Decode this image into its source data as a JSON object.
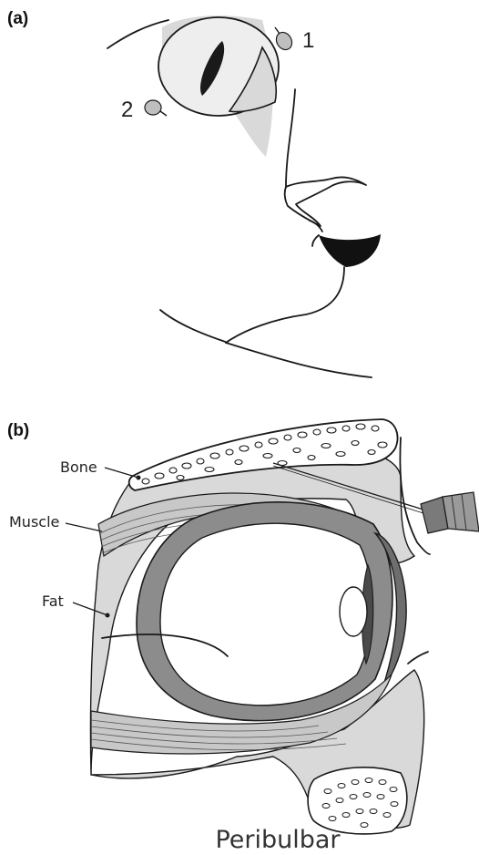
{
  "panel_a": {
    "label": "(a)",
    "site_1": "1",
    "site_2": "2"
  },
  "panel_b": {
    "label": "(b)",
    "labels": {
      "bone": "Bone",
      "muscle": "Muscle",
      "fat": "Fat"
    },
    "caption": "Peribulbar"
  },
  "colors": {
    "tissue_light": "#d9d9d9",
    "tissue_mid": "#8c8c8c",
    "outline": "#1a1a1a",
    "mouth": "#111111",
    "lens": "#ffffff"
  }
}
